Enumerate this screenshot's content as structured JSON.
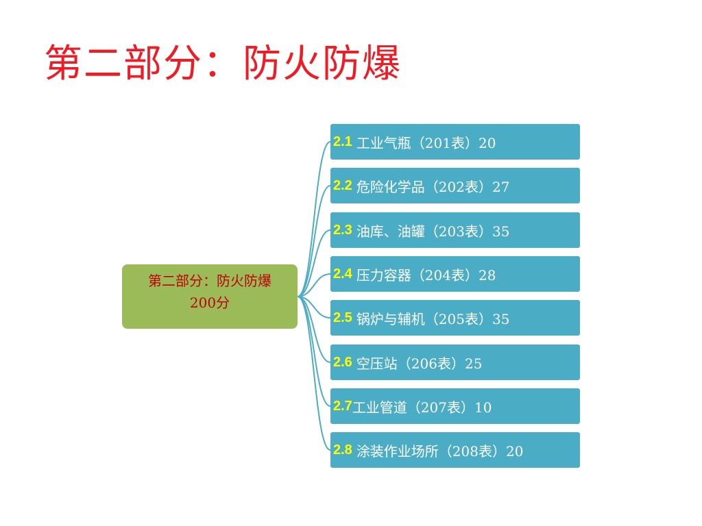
{
  "title": "第二部分：防火防爆",
  "colors": {
    "title": "#ee1c25",
    "root_fill": "#9bbb59",
    "root_text": "#c00000",
    "child_fill": "#4bacc6",
    "child_number": "#ffff00",
    "child_text": "#ffffff",
    "connector": "#4bacc6"
  },
  "root": {
    "line1": "第二部分：防火防爆",
    "line2": "200分"
  },
  "children": [
    {
      "num": "2.1",
      "text": "工业气瓶（201表）20"
    },
    {
      "num": "2.2",
      "text": "危险化学品（202表）27"
    },
    {
      "num": "2.3",
      "text": "油库、油罐（203表）35"
    },
    {
      "num": "2.4",
      "text": "压力容器（204表）28"
    },
    {
      "num": "2.5",
      "text": "锅炉与辅机（205表）35"
    },
    {
      "num": "2.6",
      "text": "空压站（206表）25"
    },
    {
      "num": "2.7",
      "text": "工业管道（207表）10"
    },
    {
      "num": "2.8",
      "text": "涂装作业场所（208表）20"
    }
  ]
}
